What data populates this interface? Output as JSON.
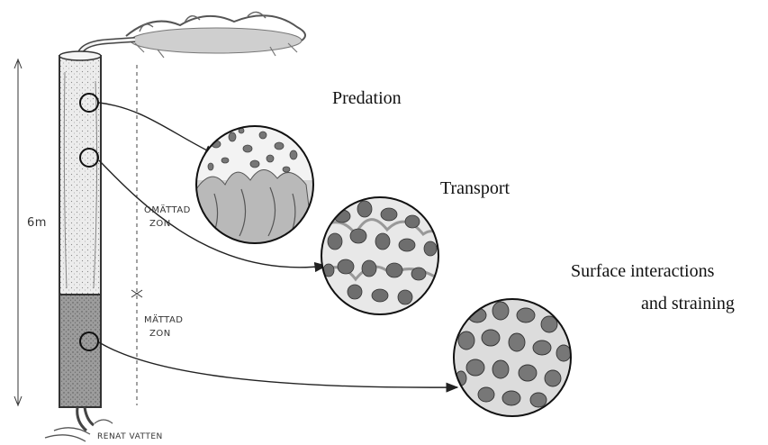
{
  "labels": {
    "predation": "Predation",
    "transport": "Transport",
    "surface_line1": "Surface interactions",
    "surface_line2": "and straining"
  },
  "column_annotations": {
    "depth": "6m",
    "unsaturated_line1": "OMÄTTAD",
    "unsaturated_line2": "ZON",
    "saturated_line1": "MÄTTAD",
    "saturated_line2": "ZON",
    "outflow": "RENAT VATTEN"
  },
  "colors": {
    "ink": "#222222",
    "column_upper": "#e6e6e6",
    "column_lower": "#9a9a9a",
    "grain": "#6e6e6e",
    "grain_light": "#a8a8a8",
    "lake": "#bcbcbc"
  }
}
